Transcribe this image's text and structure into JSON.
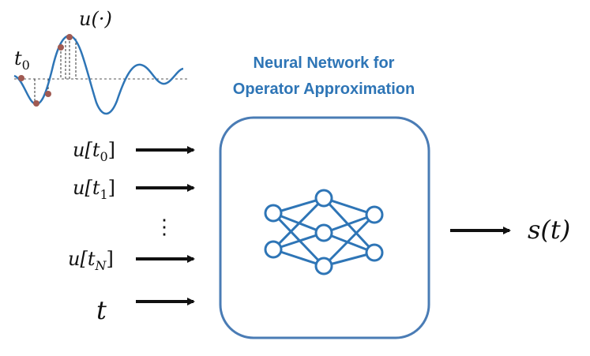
{
  "title": {
    "line1": "Neural Network for",
    "line2": "Operator Approximation"
  },
  "signal": {
    "function_label": "u(·)",
    "t0_label": "t",
    "t0_sub": "0"
  },
  "inputs": [
    {
      "base": "u[t",
      "sub": "0",
      "close": "]"
    },
    {
      "base": "u[t",
      "sub": "1",
      "close": "]"
    },
    {
      "base": "u[t",
      "sub": "N",
      "close": "]"
    }
  ],
  "ellipsis": "⋮",
  "time_input": "t",
  "output": "s(t)",
  "colors": {
    "accent": "#2e75b6",
    "box_border": "#4a7cb5",
    "sample_point": "#a05a52"
  }
}
